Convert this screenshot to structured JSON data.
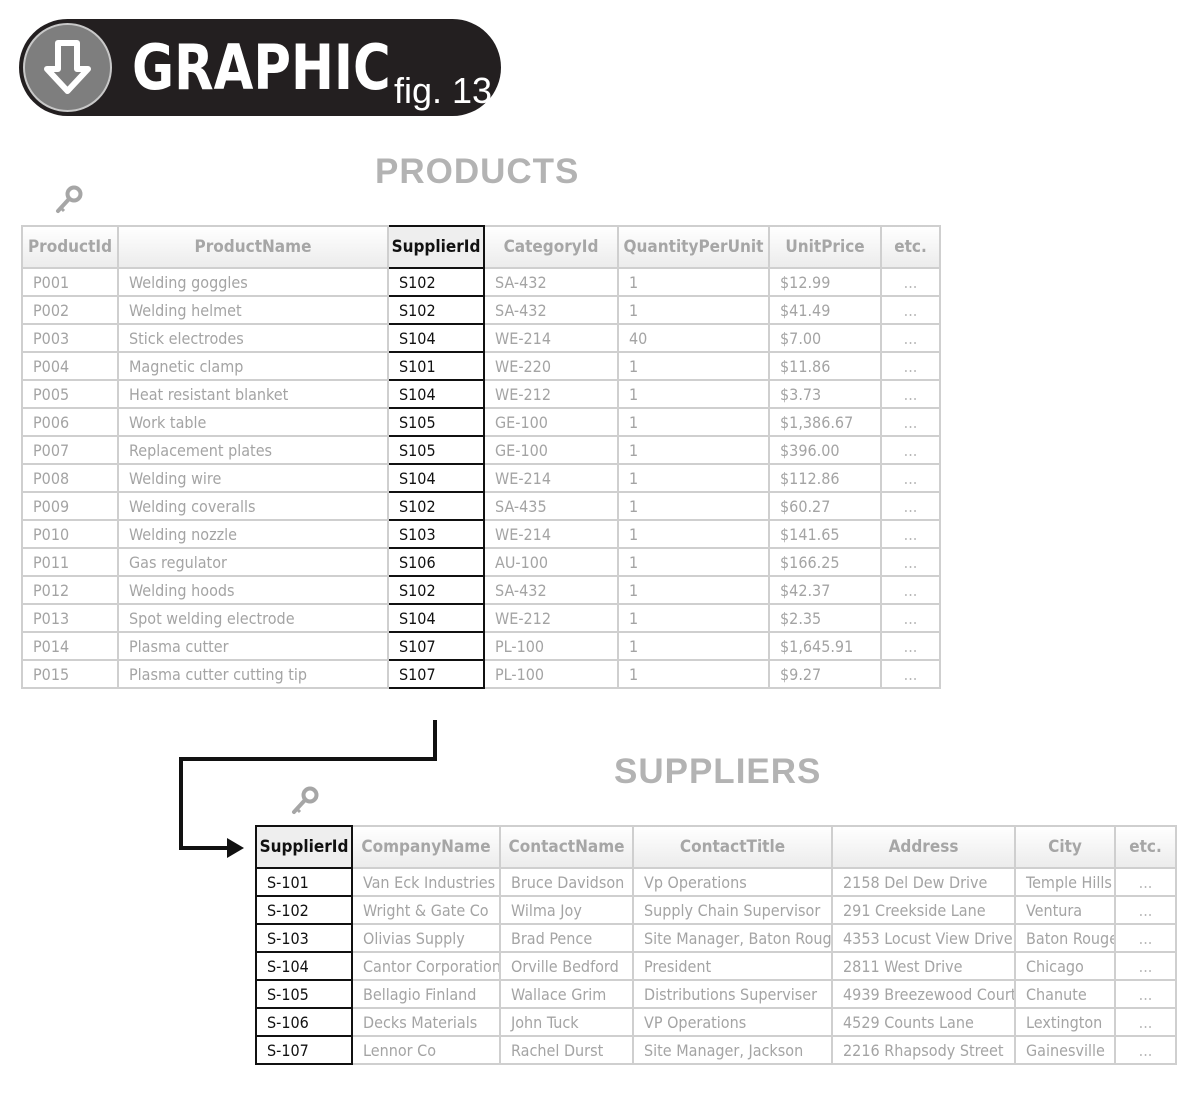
{
  "badge": {
    "word": "GRAPHIC",
    "fig": "fig. 13",
    "icon": "download-arrow-icon"
  },
  "products": {
    "title": "PRODUCTS",
    "icon": "key-icon",
    "columns": [
      "ProductId",
      "ProductName",
      "SupplierId",
      "CategoryId",
      "QuantityPerUnit",
      "UnitPrice",
      "etc."
    ],
    "rows": [
      [
        "P001",
        "Welding goggles",
        "S102",
        "SA-432",
        "1",
        "$12.99",
        "..."
      ],
      [
        "P002",
        "Welding helmet",
        "S102",
        "SA-432",
        "1",
        "$41.49",
        "..."
      ],
      [
        "P003",
        "Stick electrodes",
        "S104",
        "WE-214",
        "40",
        "$7.00",
        "..."
      ],
      [
        "P004",
        "Magnetic clamp",
        "S101",
        "WE-220",
        "1",
        "$11.86",
        "..."
      ],
      [
        "P005",
        "Heat resistant blanket",
        "S104",
        "WE-212",
        "1",
        "$3.73",
        "..."
      ],
      [
        "P006",
        "Work table",
        "S105",
        "GE-100",
        "1",
        "$1,386.67",
        "..."
      ],
      [
        "P007",
        "Replacement plates",
        "S105",
        "GE-100",
        "1",
        "$396.00",
        "..."
      ],
      [
        "P008",
        "Welding wire",
        "S104",
        "WE-214",
        "1",
        "$112.86",
        "..."
      ],
      [
        "P009",
        "Welding coveralls",
        "S102",
        "SA-435",
        "1",
        "$60.27",
        "..."
      ],
      [
        "P010",
        "Welding nozzle",
        "S103",
        "WE-214",
        "1",
        "$141.65",
        "..."
      ],
      [
        "P011",
        "Gas regulator",
        "S106",
        "AU-100",
        "1",
        "$166.25",
        "..."
      ],
      [
        "P012",
        "Welding hoods",
        "S102",
        "SA-432",
        "1",
        "$42.37",
        "..."
      ],
      [
        "P013",
        "Spot welding electrode",
        "S104",
        "WE-212",
        "1",
        "$2.35",
        "..."
      ],
      [
        "P014",
        "Plasma cutter",
        "S107",
        "PL-100",
        "1",
        "$1,645.91",
        "..."
      ],
      [
        "P015",
        "Plasma cutter cutting tip",
        "S107",
        "PL-100",
        "1",
        "$9.27",
        "..."
      ]
    ]
  },
  "suppliers": {
    "title": "SUPPLIERS",
    "icon": "key-icon",
    "columns": [
      "SupplierId",
      "CompanyName",
      "ContactName",
      "ContactTitle",
      "Address",
      "City",
      "etc."
    ],
    "rows": [
      [
        "S-101",
        "Van Eck Industries",
        "Bruce Davidson",
        "Vp Operations",
        "2158 Del Dew Drive",
        "Temple Hills",
        "..."
      ],
      [
        "S-102",
        "Wright & Gate Co",
        "Wilma Joy",
        "Supply Chain Supervisor",
        "291 Creekside Lane",
        "Ventura",
        "..."
      ],
      [
        "S-103",
        "Olivias Supply",
        "Brad Pence",
        "Site Manager, Baton Rouge",
        "4353 Locust View Drive",
        "Baton Rouge",
        "..."
      ],
      [
        "S-104",
        "Cantor Corporation",
        "Orville Bedford",
        "President",
        "2811 West Drive",
        "Chicago",
        "..."
      ],
      [
        "S-105",
        "Bellagio Finland",
        "Wallace Grim",
        "Distributions Superviser",
        "4939 Breezewood Court",
        "Chanute",
        "..."
      ],
      [
        "S-106",
        "Decks Materials",
        "John Tuck",
        "VP Operations",
        "4529 Counts Lane",
        "Lextington",
        "..."
      ],
      [
        "S-107",
        "Lennor Co",
        "Rachel Durst",
        "Site Manager, Jackson",
        "2216 Rhapsody Street",
        "Gainesville",
        "..."
      ]
    ]
  },
  "colors": {
    "highlight": "#111111",
    "muted_text": "#a4a4a4",
    "grid": "#cfcfcf",
    "title": "#b3b3b3",
    "badge_bg": "#231f20"
  }
}
